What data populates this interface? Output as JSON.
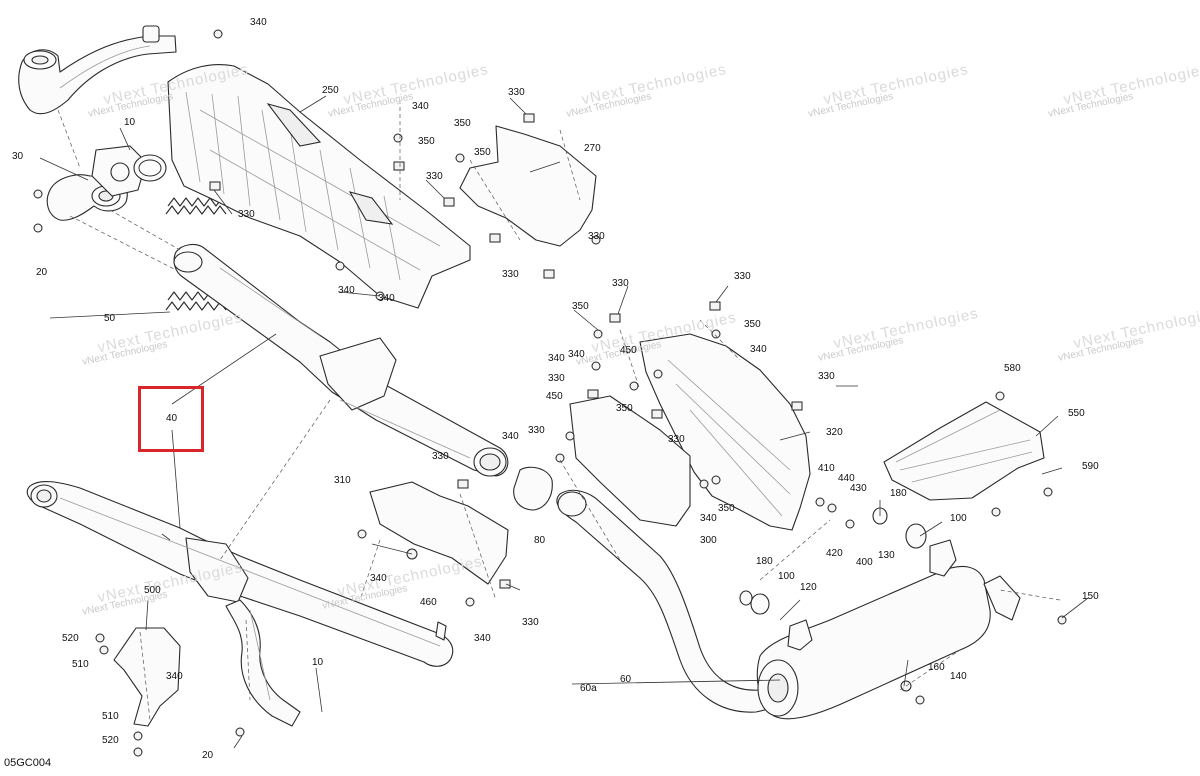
{
  "figure_code": "05GC004",
  "highlight_callout": "40",
  "watermark": {
    "line1": "vNext Technologies",
    "line2": "vNext\nTechnologies"
  },
  "watermark_count": 11,
  "callouts": [
    "340",
    "250",
    "340",
    "350",
    "330",
    "350",
    "270",
    "10",
    "30",
    "330",
    "330",
    "350",
    "20",
    "330",
    "340",
    "330",
    "340",
    "50",
    "330",
    "350",
    "330",
    "350",
    "340",
    "340",
    "450",
    "330",
    "340",
    "450",
    "330",
    "580",
    "350",
    "330",
    "340",
    "330",
    "320",
    "550",
    "340",
    "410",
    "440",
    "590",
    "330",
    "430",
    "180",
    "310",
    "340",
    "350",
    "420",
    "100",
    "80",
    "300",
    "400",
    "130",
    "340",
    "460",
    "180",
    "100",
    "500",
    "120",
    "150",
    "330",
    "520",
    "340",
    "510",
    "10",
    "160",
    "60a",
    "60",
    "140",
    "510",
    "520",
    "20",
    "40"
  ],
  "colors": {
    "highlight": "#d9262c",
    "line": "#2a2a2a",
    "watermark": "#c9c9c9"
  }
}
